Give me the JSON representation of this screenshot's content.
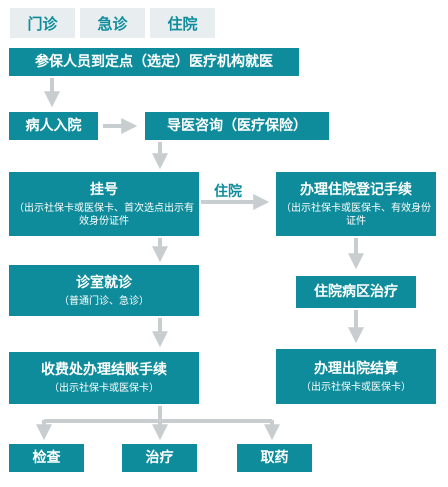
{
  "tabs": [
    "门诊",
    "急诊",
    "住院"
  ],
  "nodes": {
    "start": {
      "title": "参保人员到定点（选定）医疗机构就医"
    },
    "admit": {
      "title": "病人入院"
    },
    "guide": {
      "title": "导医咨询（医疗保险）"
    },
    "register": {
      "title": "挂号",
      "sub": "（出示社保卡或医保卡、首次选点出示有效身份证件"
    },
    "consult": {
      "title": "诊室就诊",
      "sub": "（普通门诊、急诊）"
    },
    "billing": {
      "title": "收费处办理结账手续",
      "sub": "（出示社保卡或医保卡）"
    },
    "exam": {
      "title": "检查"
    },
    "treat": {
      "title": "治疗"
    },
    "medicine": {
      "title": "取药"
    },
    "inpatient_reg": {
      "title": "办理住院登记手续",
      "sub": "（出示社保卡或医保卡、有效身份证件"
    },
    "ward": {
      "title": "住院病区治疗"
    },
    "discharge": {
      "title": "办理出院结算",
      "sub": "（出示社保卡或医保卡）"
    }
  },
  "edge_labels": {
    "hospitalize": "住院"
  },
  "colors": {
    "box": "#0f8c9b",
    "arrow": "#c8cdd0",
    "tab_bg": "#e8eeef"
  }
}
